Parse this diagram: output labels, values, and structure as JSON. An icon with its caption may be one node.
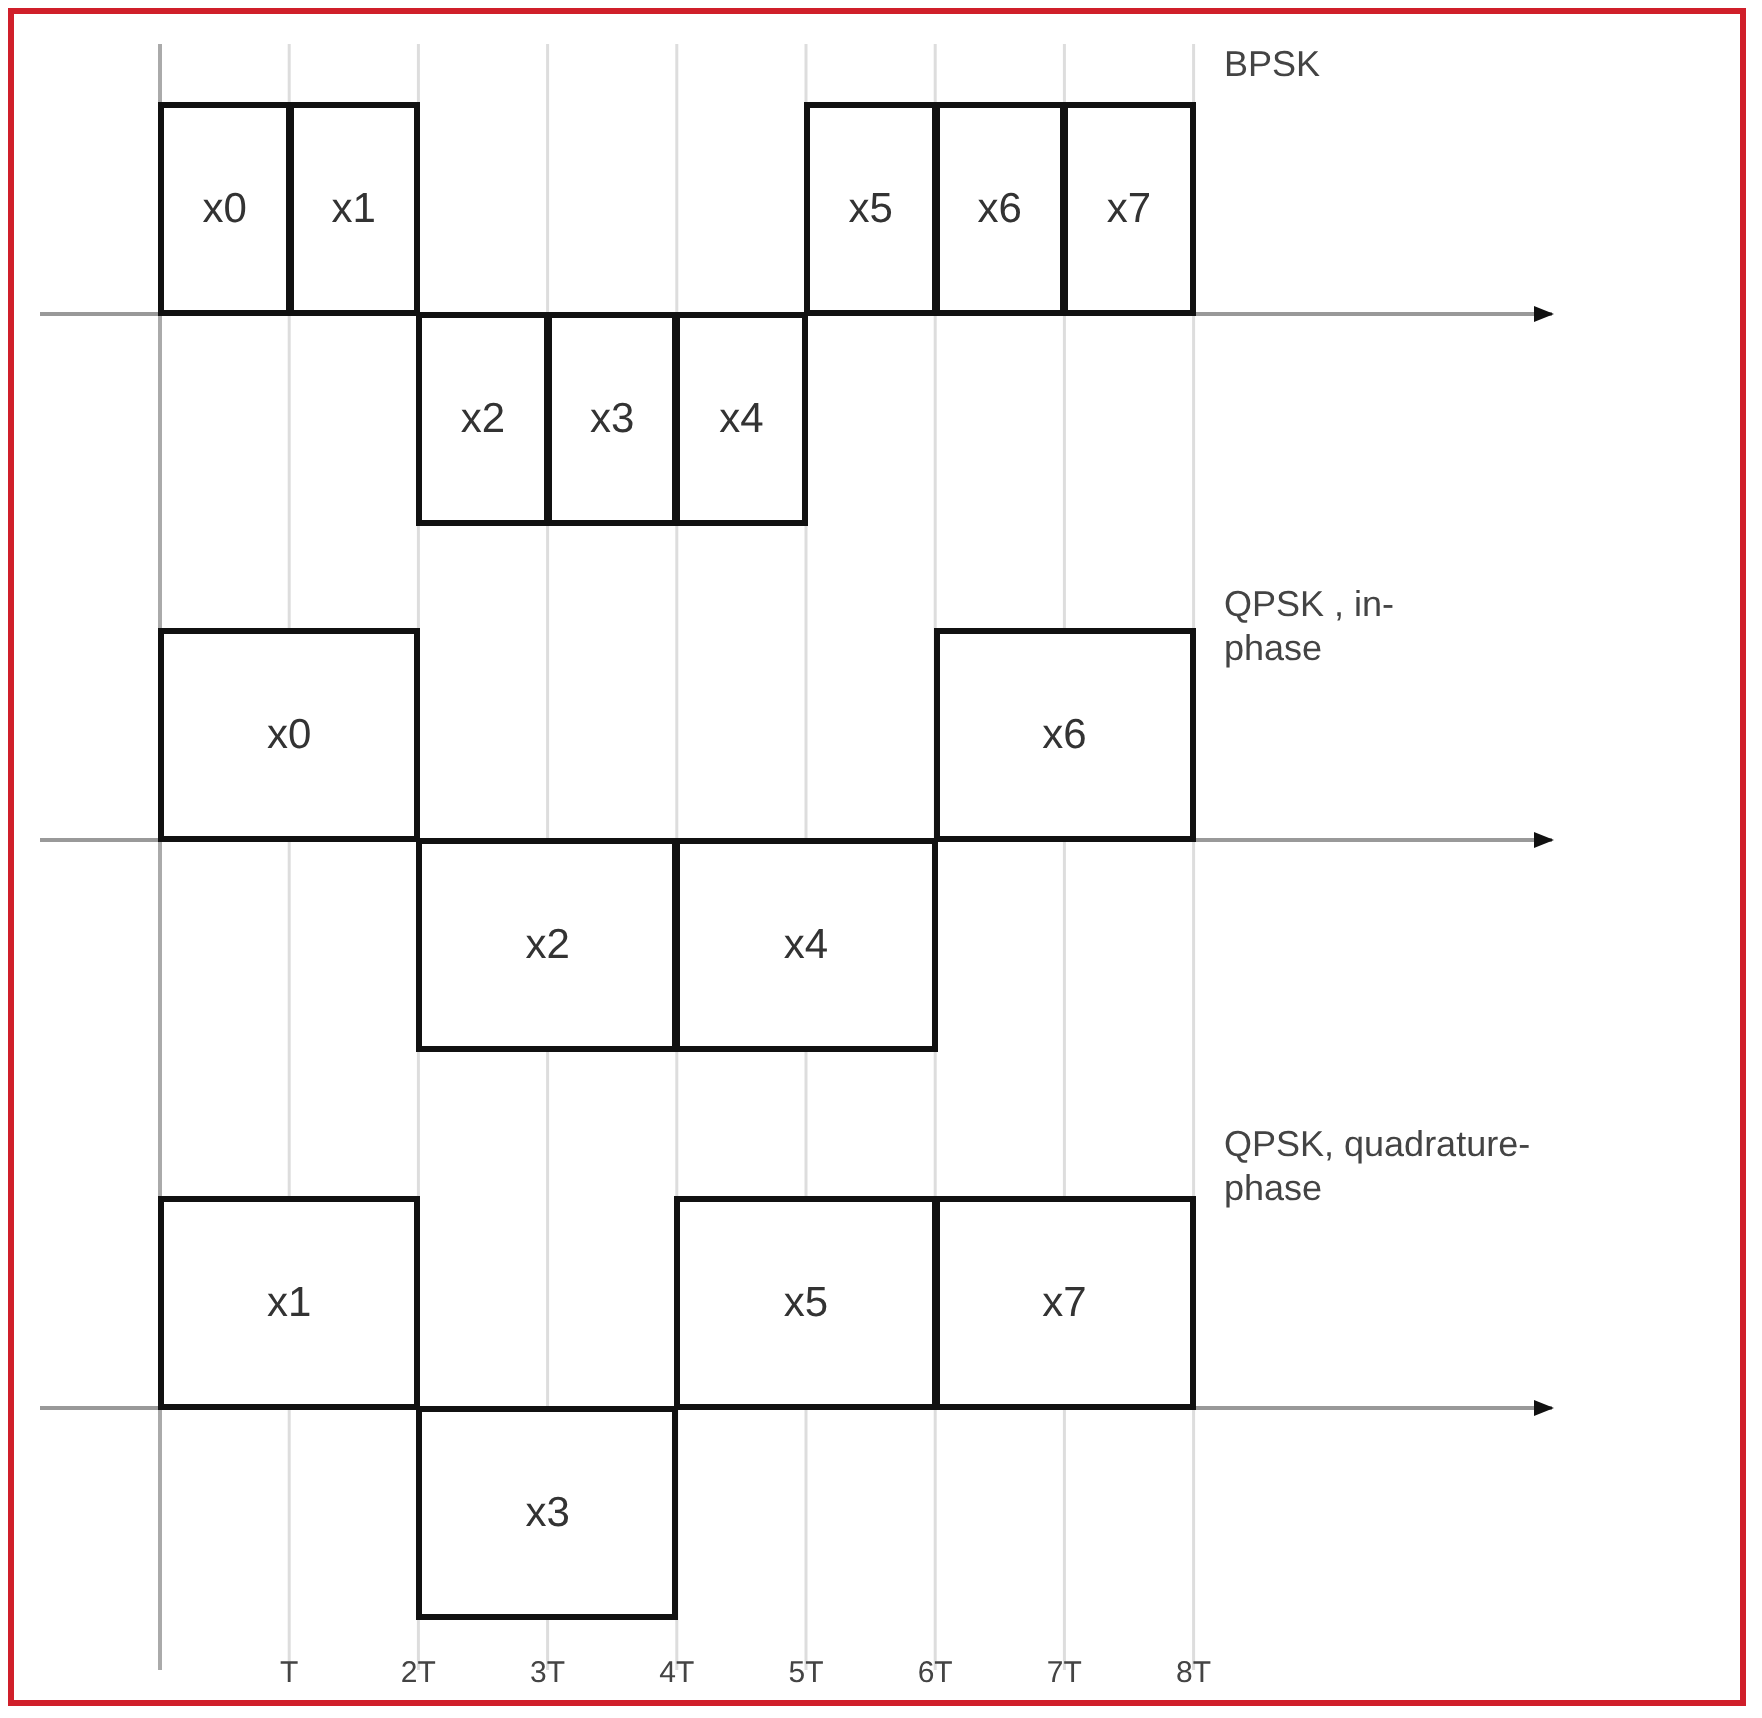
{
  "diagram": {
    "nodes": [
      {
        "text": [
          "x0"
        ]
      },
      {
        "text": [
          "x1"
        ]
      },
      {
        "text": [
          "x5"
        ]
      },
      {
        "text": [
          "x6"
        ]
      },
      {
        "text": [
          "x7"
        ]
      },
      {
        "text": [
          "x2"
        ]
      },
      {
        "text": [
          "x3"
        ]
      },
      {
        "text": [
          "x4"
        ]
      },
      {
        "text": [
          "x0"
        ]
      },
      {
        "text": [
          "x6"
        ]
      },
      {
        "text": [
          "x2"
        ]
      },
      {
        "text": [
          "x4"
        ]
      },
      {
        "text": [
          "x1"
        ]
      },
      {
        "text": [
          "x5"
        ]
      },
      {
        "text": [
          "x7"
        ]
      },
      {
        "text": [
          "x3"
        ]
      }
    ],
    "edges": [],
    "labels": [
      "BPSK",
      "QPSK , in-phase",
      "QPSK, quadrature-phase",
      "T",
      "2T",
      "3T",
      "4T",
      "5T",
      "6T",
      "7T",
      "8T"
    ]
  }
}
